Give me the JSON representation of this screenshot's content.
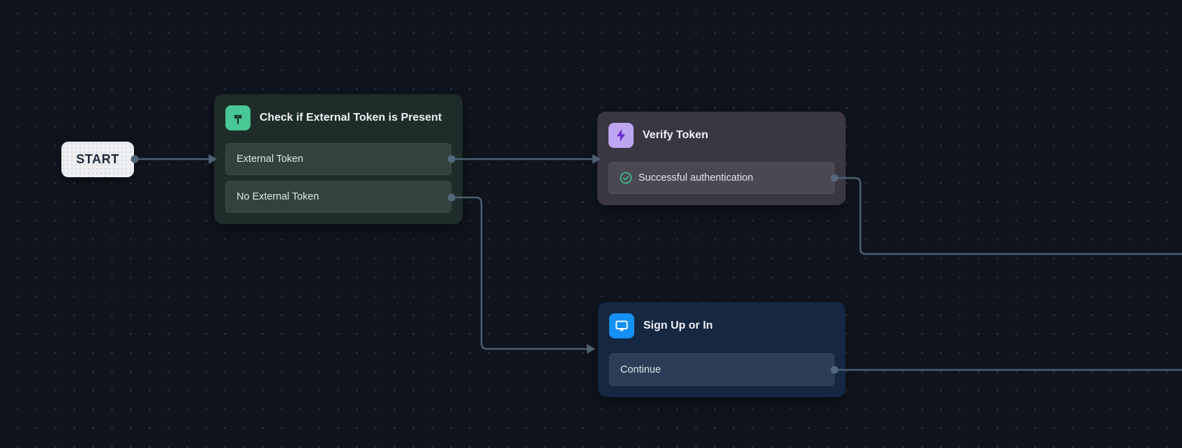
{
  "canvas": {
    "background": "#10141d",
    "dot_color": "#353d47",
    "edge_color": "#4d6170",
    "port_color": "#53687a"
  },
  "start": {
    "label": "START"
  },
  "nodes": [
    {
      "title": "Check if External Token is Present",
      "type_icon": "branch-split-icon",
      "accent": "#47c894",
      "body_color": "#1e2d29",
      "row_color": "#32423d",
      "rows": [
        "External Token",
        "No External Token"
      ]
    },
    {
      "title": "Verify Token",
      "type_icon": "lightning-icon",
      "accent": "#bda6f0",
      "body_color": "#3a3642",
      "row_color": "#4b4753",
      "row_status_icon": "check-circle-icon",
      "row_status_color": "#3fcb8f",
      "rows": [
        "Successful authentication"
      ]
    },
    {
      "title": "Sign Up or In",
      "type_icon": "monitor-icon",
      "accent": "#1590f5",
      "body_color": "#152741",
      "row_color": "#2c3e57",
      "rows": [
        "Continue"
      ]
    }
  ],
  "edges": [
    {
      "from": "start",
      "to": "check-node"
    },
    {
      "from": "check-node-external-token",
      "to": "verify-token-node"
    },
    {
      "from": "check-node-no-external-token",
      "to": "sign-up-or-in-node"
    },
    {
      "from": "verify-token-successful-authentication",
      "to": "offscreen-right"
    },
    {
      "from": "sign-up-or-in-continue",
      "to": "offscreen-right"
    }
  ]
}
